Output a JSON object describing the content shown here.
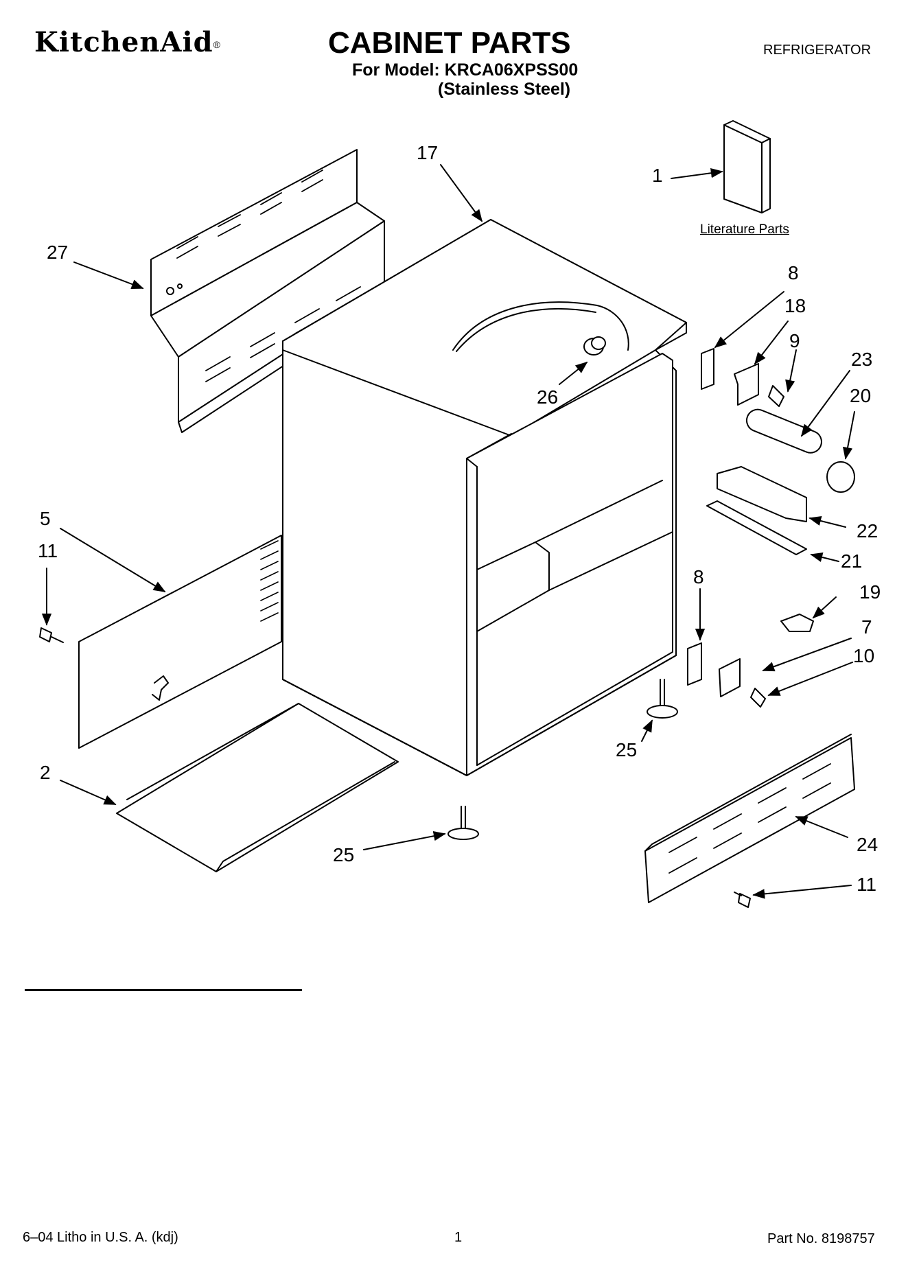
{
  "header": {
    "brand": "KitchenAid",
    "brand_mark": "®",
    "title": "CABINET PARTS",
    "model_line": "For Model: KRCA06XPSS00",
    "variant_line": "(Stainless Steel)",
    "category": "REFRIGERATOR"
  },
  "diagram": {
    "literature_label": "Literature Parts",
    "callouts": [
      {
        "id": "c17",
        "label": "17"
      },
      {
        "id": "c1",
        "label": "1"
      },
      {
        "id": "c27",
        "label": "27"
      },
      {
        "id": "c8a",
        "label": "8"
      },
      {
        "id": "c18",
        "label": "18"
      },
      {
        "id": "c9",
        "label": "9"
      },
      {
        "id": "c23",
        "label": "23"
      },
      {
        "id": "c20",
        "label": "20"
      },
      {
        "id": "c26",
        "label": "26"
      },
      {
        "id": "c5",
        "label": "5"
      },
      {
        "id": "c11a",
        "label": "11"
      },
      {
        "id": "c22",
        "label": "22"
      },
      {
        "id": "c21",
        "label": "21"
      },
      {
        "id": "c8b",
        "label": "8"
      },
      {
        "id": "c19",
        "label": "19"
      },
      {
        "id": "c7",
        "label": "7"
      },
      {
        "id": "c10",
        "label": "10"
      },
      {
        "id": "c25a",
        "label": "25"
      },
      {
        "id": "c2",
        "label": "2"
      },
      {
        "id": "c24",
        "label": "24"
      },
      {
        "id": "c25b",
        "label": "25"
      },
      {
        "id": "c11b",
        "label": "11"
      }
    ]
  },
  "footer": {
    "litho": "6–04 Litho in U.S. A. (kdj)",
    "page": "1",
    "part_no": "Part No. 8198757"
  }
}
